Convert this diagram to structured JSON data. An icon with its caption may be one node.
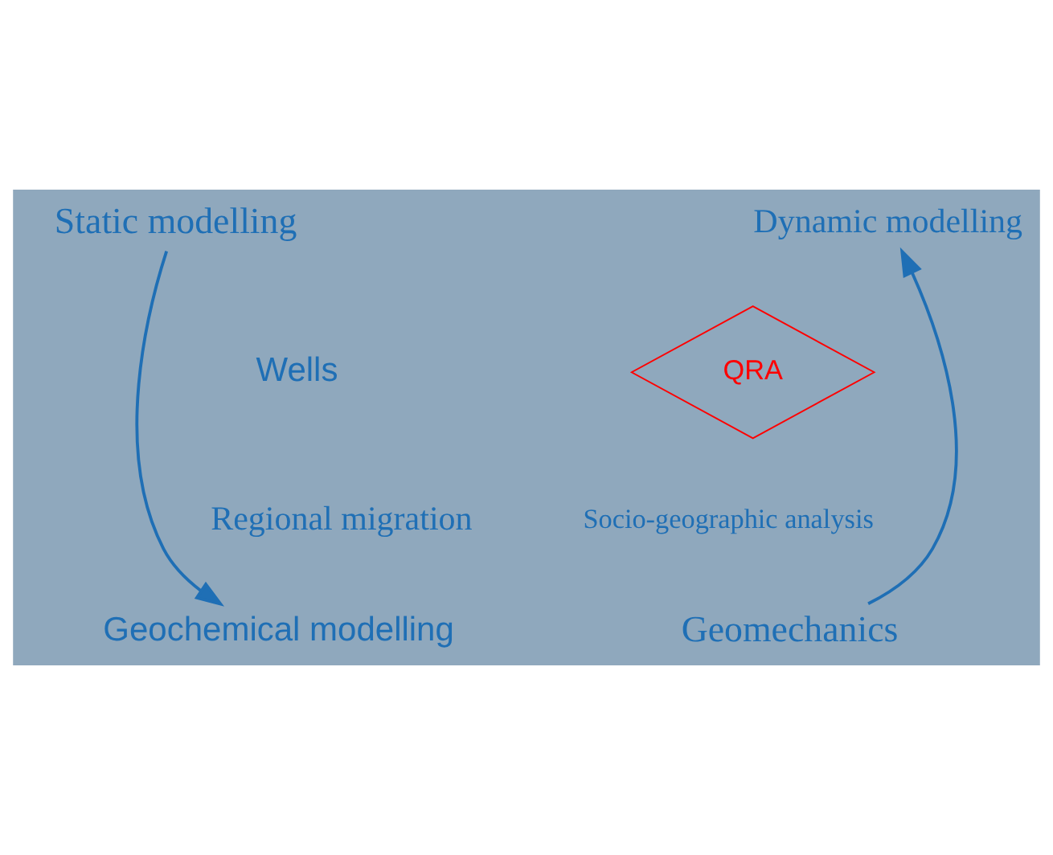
{
  "diagram": {
    "nodes": [
      {
        "text": [
          "Static modelling"
        ]
      },
      {
        "text": [
          "Dynamic modelling"
        ]
      },
      {
        "text": [
          "Geochemical modelling"
        ]
      },
      {
        "text": [
          "Geomechanics"
        ]
      },
      {
        "text": [
          "QRA"
        ]
      }
    ],
    "edges": [
      {
        "from": 0,
        "to": 2,
        "arrow": "to"
      },
      {
        "from": 3,
        "to": 1,
        "arrow": "to"
      }
    ],
    "labels": [
      "Wells",
      "Regional migration",
      "Socio-geographic analysis"
    ]
  }
}
